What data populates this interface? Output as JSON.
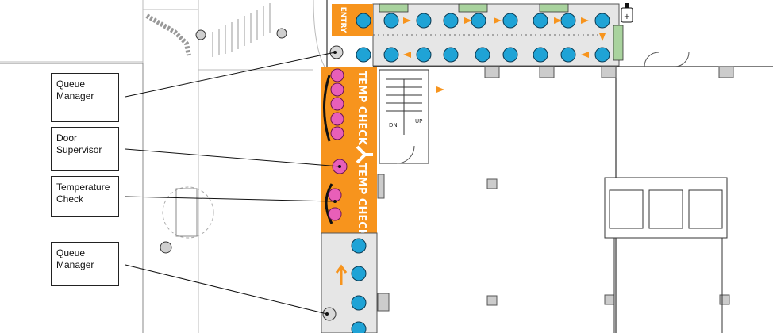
{
  "callouts": [
    {
      "id": "queue-manager-top",
      "text": "Queue Manager"
    },
    {
      "id": "door-supervisor",
      "text": "Door Supervisor"
    },
    {
      "id": "temperature-check",
      "text": "Temperature Check"
    },
    {
      "id": "queue-manager-bottom",
      "text": "Queue Manager"
    }
  ],
  "zones": {
    "entry_label": "ENTRY",
    "temp_check_label": "TEMP CHECK"
  },
  "stair": {
    "down_label": "DN",
    "up_label": "UP"
  },
  "colors": {
    "orange": "#f7941d",
    "queue_blue": "#1fa3d6",
    "staff_pink": "#e85fb8",
    "sanitizer_green": "#a9d39e",
    "corridor_grey": "#e6e6e6"
  },
  "icons": {
    "person_marker": "person-marker-icon",
    "sanitizer": "hand-sanitizer-icon",
    "arrow": "flow-arrow-icon"
  }
}
